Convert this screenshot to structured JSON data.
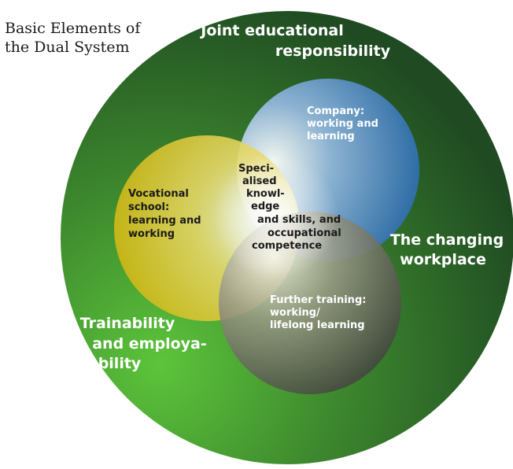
{
  "title": {
    "line1": "Basic Elements of",
    "line2": "the Dual System"
  },
  "outer_labels": {
    "top": {
      "line1": "Joint educational",
      "line2": "responsibility"
    },
    "right": {
      "line1": "The changing",
      "line2": "workplace"
    },
    "bottom_left": {
      "line1": "Trainability",
      "line2": "and employa-",
      "line3": "bility"
    }
  },
  "circles": {
    "company": {
      "line1": "Company:",
      "line2": "working and",
      "line3": "learning"
    },
    "vocational_school": {
      "line1": "Vocational",
      "line2": "school:",
      "line3": "learning and",
      "line4": "working"
    },
    "further_training": {
      "line1": "Further training:",
      "line2": "working/",
      "line3": "lifelong learning"
    }
  },
  "center": {
    "line1": "Speci-",
    "line2": "alised",
    "line3": "knowl-",
    "line4": "edge",
    "line5": "and skills, and",
    "line6": "occupational",
    "line7": "competence"
  },
  "colors": {
    "outer_circle_light": "#5cc43a",
    "outer_circle_dark": "#1f4a22",
    "company": "#2f6eaa",
    "vocational_school": "#d8c21c",
    "further_training": "#4a4c44"
  }
}
